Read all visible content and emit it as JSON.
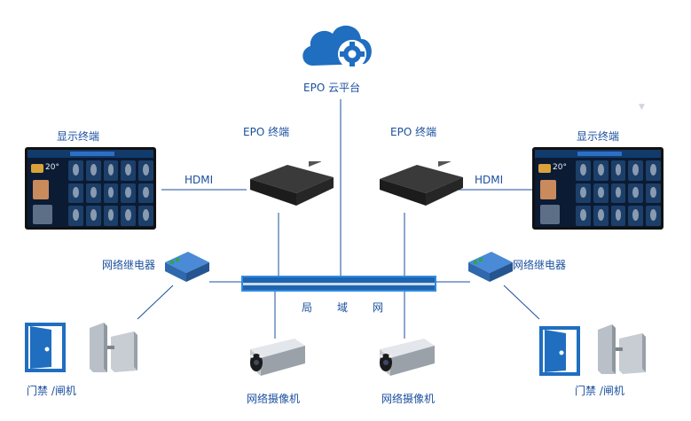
{
  "cloud": {
    "label": "EPO  云平台",
    "icon": "cloud-gear-icon"
  },
  "terminals": {
    "display_left": "显示终端",
    "display_right": "显示终端",
    "epo_left": "EPO 终端",
    "epo_right": "EPO 终端",
    "hdmi_left": "HDMI",
    "hdmi_right": "HDMI"
  },
  "screen_text": {
    "temp": "20°"
  },
  "relays": {
    "left": "网络继电器",
    "right": "网络继电器"
  },
  "lan": {
    "label": [
      "局",
      "域",
      "网"
    ]
  },
  "cameras": {
    "left": "网络摄像机",
    "right": "网络摄像机"
  },
  "gates": {
    "left": "门禁  /闸机",
    "right": "门禁  /闸机"
  },
  "colors": {
    "line": "#1a4f9e",
    "lan": "#1f64b0",
    "icon": "#1f6ec0"
  }
}
